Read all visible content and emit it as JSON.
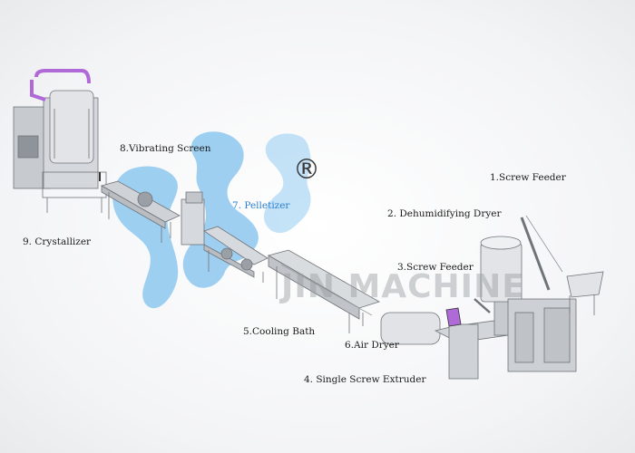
{
  "watermark": {
    "text": "JIN MACHINE",
    "registered_mark": "®",
    "blob_color": "#8ec8f0"
  },
  "labels": {
    "screw_feeder_1": "1.Screw Feeder",
    "dehumidifying_dryer": "2. Dehumidifying Dryer",
    "screw_feeder_3": "3.Screw Feeder",
    "single_screw_extruder": "4. Single Screw Extruder",
    "cooling_bath": "5.Cooling Bath",
    "air_dryer": "6.Air Dryer",
    "pelletizer": "7. Pelletizer",
    "vibrating_screen": "8.Vibrating Screen",
    "crystallizer": "9. Crystallizer"
  },
  "colors": {
    "machine_gray": "#cfd2d6",
    "accent_purple": "#b06ad8",
    "pelletizer_text": "#2a7fd0"
  }
}
